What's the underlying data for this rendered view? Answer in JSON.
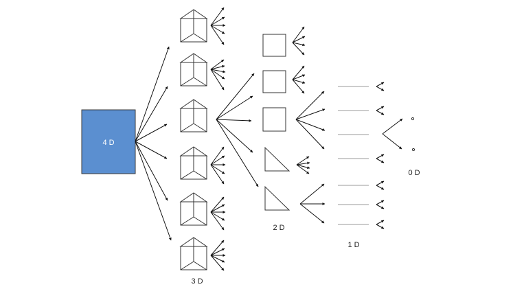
{
  "labels": {
    "d4": "4 D",
    "d3": "3 D",
    "d2": "2 D",
    "d1": "1 D",
    "d0": "0 D"
  },
  "colors": {
    "box_fill": "#5b8fd0",
    "box_stroke": "#3a3a3a",
    "line": "#111111",
    "segment": "#9a9a9a"
  }
}
